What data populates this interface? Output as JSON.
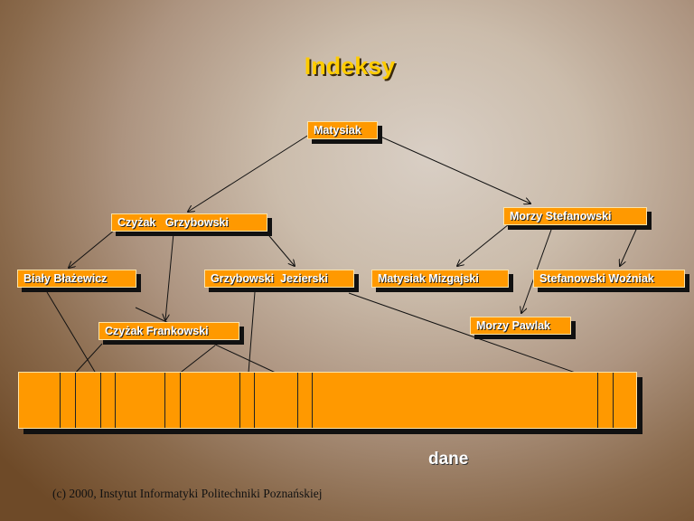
{
  "title": "Indeksy",
  "nodes": {
    "root": "Matysiak",
    "l1_left": "Czyżak   Grzybowski",
    "l1_right": "Morzy Stefanowski",
    "l2_a": "Biały Błażewicz",
    "l2_b": "Grzybowski  Jezierski",
    "l2_c": "Matysiak Mizgajski",
    "l2_d": "Stefanowski Woźniak",
    "l2_e": "Czyżak Frankowski",
    "l2_f": "Morzy Pawlak"
  },
  "data_label": "dane",
  "copyright": "(c) 2000, Instytut Informatyki Politechniki Poznańskiej"
}
